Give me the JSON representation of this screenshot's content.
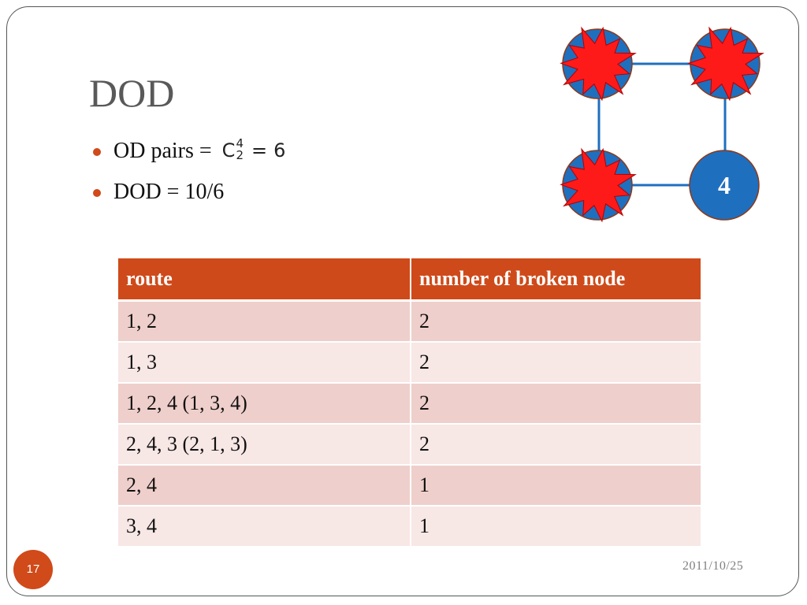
{
  "slide": {
    "title": "DOD",
    "bullets": [
      {
        "text": "OD pairs ="
      },
      {
        "text": "DOD = 10/6"
      }
    ],
    "formula": {
      "base": "C",
      "sup": "4",
      "sub": "2",
      "equals": "=",
      "result": "6"
    },
    "graph": {
      "labeled_node": "4",
      "node_color": "#1f6fbf",
      "burst_color": "#ff1a1a",
      "edge_color": "#1f6fbf"
    },
    "table": {
      "headers": [
        "route",
        "number of broken node"
      ],
      "rows": [
        [
          "1, 2",
          "2"
        ],
        [
          "1, 3",
          "2"
        ],
        [
          "1, 2, 4 (1, 3, 4)",
          "2"
        ],
        [
          "2, 4, 3 (2, 1, 3)",
          "2"
        ],
        [
          "2, 4",
          "1"
        ],
        [
          "3, 4",
          "1"
        ]
      ]
    },
    "footer": {
      "slide_number": "17",
      "date": "2011/10/25"
    },
    "colors": {
      "accent": "#cf4a1a",
      "row_dark": "#efcfcb",
      "row_light": "#f7e7e5"
    }
  }
}
